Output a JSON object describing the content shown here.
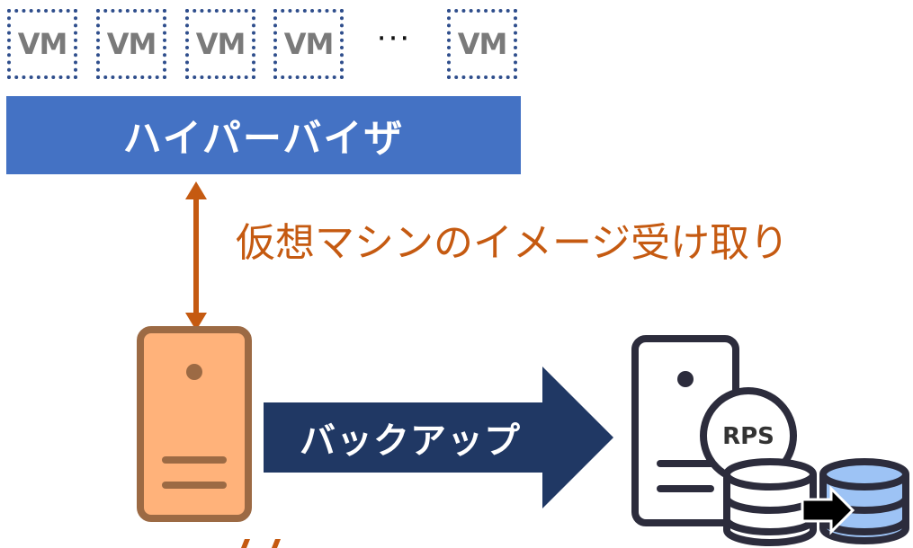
{
  "vms": [
    {
      "label": "VM"
    },
    {
      "label": "VM"
    },
    {
      "label": "VM"
    },
    {
      "label": "VM"
    },
    {
      "label": "VM"
    }
  ],
  "ellipsis": "···",
  "hypervisor": {
    "label": "ハイパーバイザ",
    "color": "#4472c4"
  },
  "transfer": {
    "caption": "仮想マシンのイメージ受け取り",
    "color": "#c55a11"
  },
  "backup": {
    "label": "バックアップ",
    "color": "#203864"
  },
  "rps": {
    "label": "RPS"
  },
  "colors": {
    "proxy_fill": "#ffb27a",
    "proxy_stroke": "#9c6a44",
    "server_stroke": "#2c2c3c",
    "db_blue": "#9dc3f5",
    "vm_border": "#2f4e8c"
  }
}
